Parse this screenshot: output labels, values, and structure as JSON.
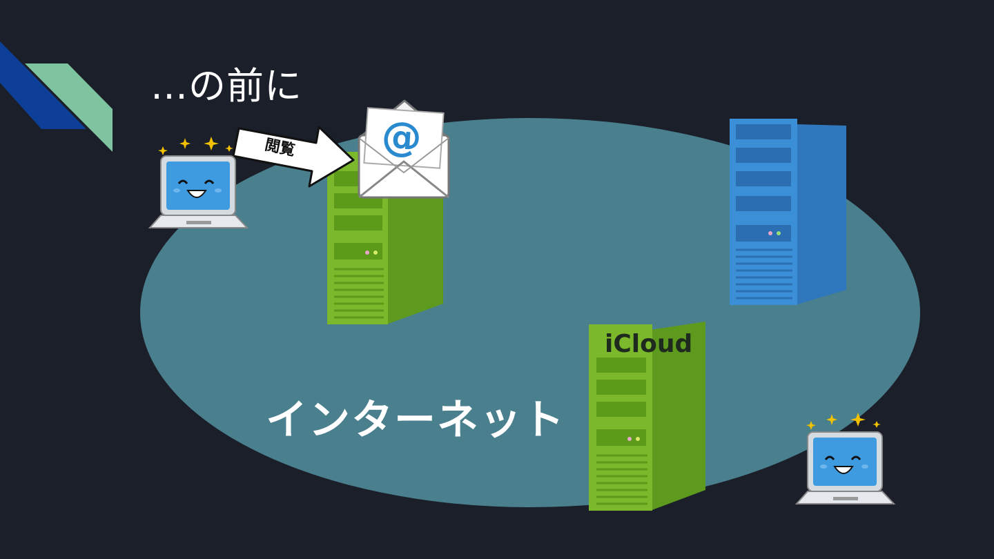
{
  "title": "…の前に",
  "diagram": {
    "network_label": "インターネット",
    "view_arrow_label": "閲覧",
    "cloud_server_label": "iCloud",
    "envelope_symbol": "@",
    "icons": [
      "laptop-icon",
      "mail-server-icon",
      "envelope-icon",
      "server-icon",
      "icloud-server-icon",
      "laptop-icon"
    ],
    "colors": {
      "background": "#1b1f2a",
      "network": "#4a7f8e",
      "green_server": "#7bb82b",
      "blue_server": "#3a8fd6",
      "accent_blue": "#0d3f99",
      "accent_green": "#7fc4a0"
    }
  }
}
